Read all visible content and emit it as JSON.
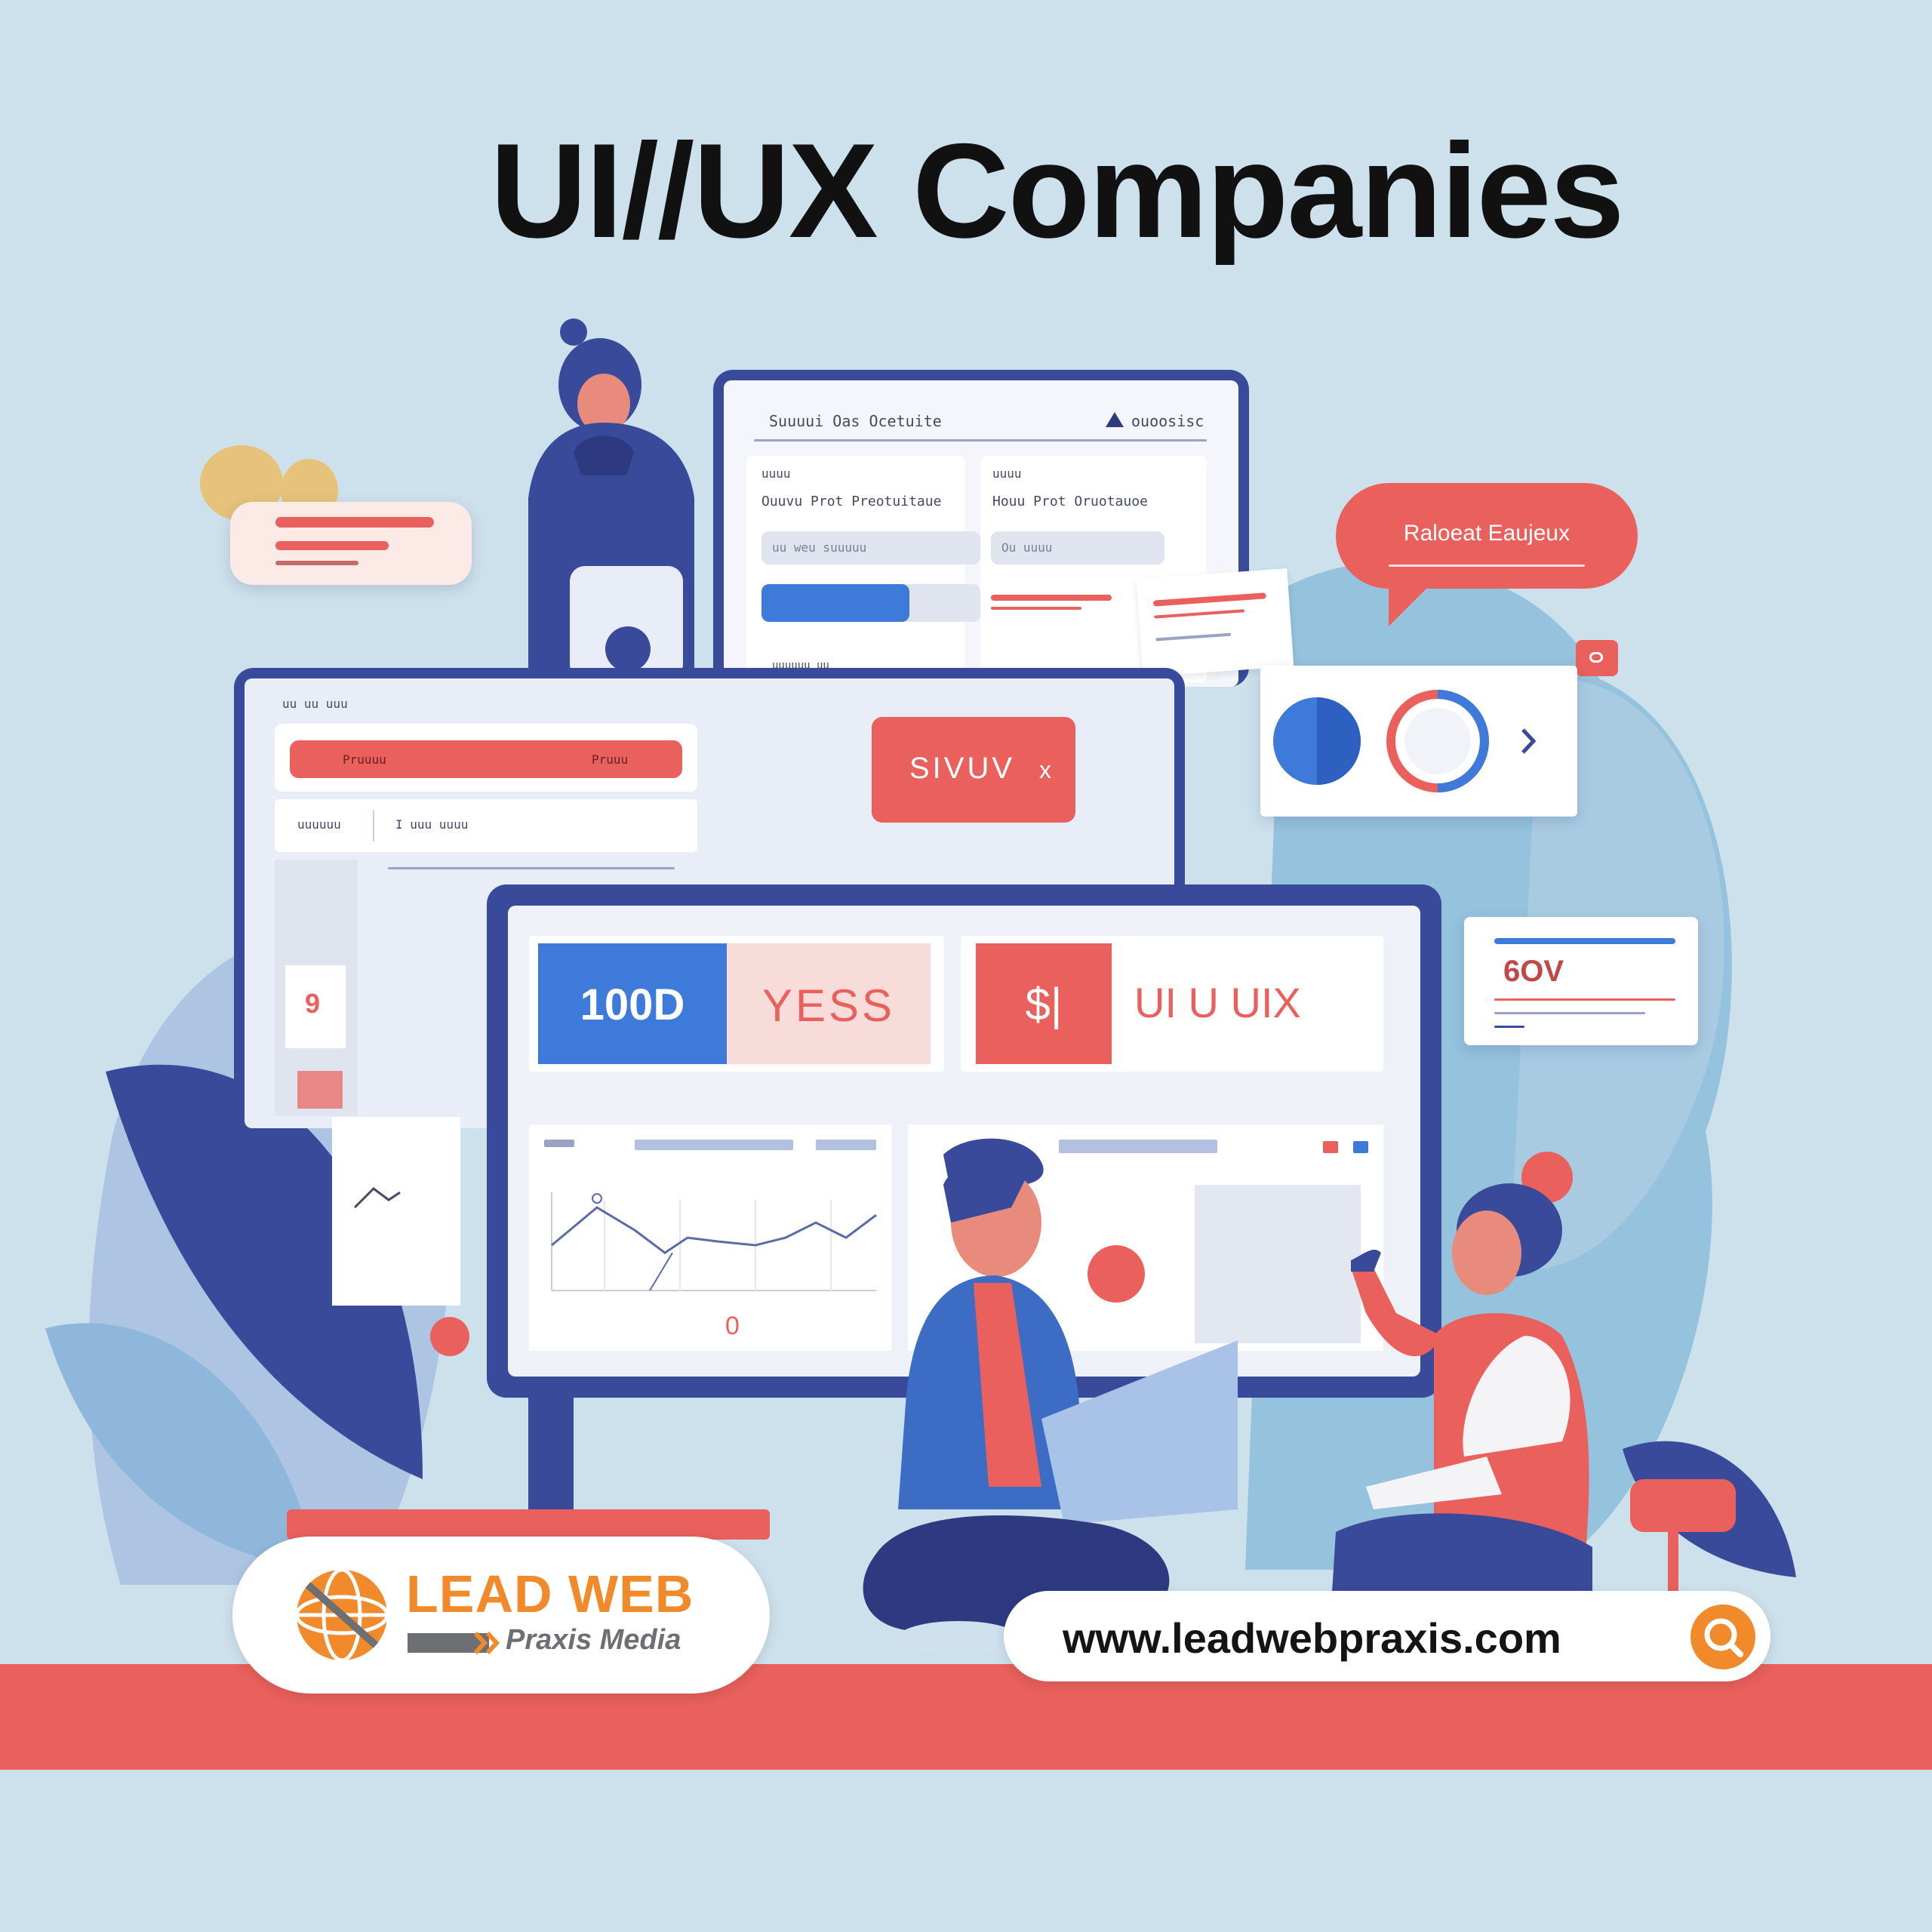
{
  "page": {
    "title": "UI//UX Companies"
  },
  "illustration": {
    "top_window": {
      "header_left": "Suuuui Oas Ocetuite",
      "header_right": "ouoosisc",
      "col1_label": "uuuu",
      "col1_text": "Ouuvu Prot Preotuitaue",
      "col1_field": "uu weu suuuuu",
      "col1_footer": "uuuuuu uu",
      "col2_label": "uuuu",
      "col2_text": "Houu Prot Oruotauoe",
      "col2_field": "Ou uuuu"
    },
    "speech_bubble": {
      "text": "Raloeat Eaujeux"
    },
    "mid_window": {
      "header": "uu uu uuu",
      "bar_left": "Pruuuu",
      "bar_right": "Pruuu",
      "tab_left": "uuuuuu",
      "tab_right": "I uuu uuuu"
    },
    "red_tag": {
      "text": "SIVUV",
      "suffix": "x"
    },
    "side_card": {
      "text": "6OV"
    },
    "main_monitor": {
      "tile_blue": "100D",
      "tile_pink": "YESS",
      "tile_red": "$|",
      "tile_text": "UI U UIX",
      "chart_marker": "0"
    },
    "left_fragment": {
      "number": "9"
    }
  },
  "branding": {
    "logo_main": "LEAD WEB",
    "logo_sub": "Praxis Media",
    "website": "www.leadwebpraxis.com",
    "colors": {
      "orange": "#f18a2a",
      "red": "#e9605c",
      "navy": "#3a4a9a",
      "blue": "#3d7ad9"
    },
    "icons": [
      "globe-icon",
      "arrow-chevrons-icon",
      "search-icon"
    ]
  }
}
